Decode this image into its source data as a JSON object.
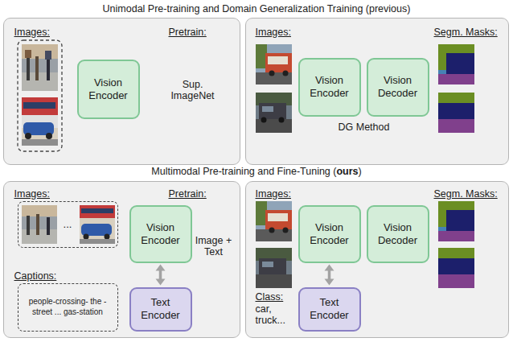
{
  "diagram": {
    "nodes": [
      {
        "text": [
          "Images:",
          "Pretrain:",
          "Sup. ImageNet"
        ]
      },
      {
        "text": [
          "Vision Encoder"
        ],
        "in": 0
      },
      {
        "text": [
          "Images:",
          "Segm. Masks:",
          "DG Method"
        ]
      },
      {
        "text": [
          "Vision Encoder"
        ],
        "in": 2
      },
      {
        "text": [
          "Vision Decoder"
        ],
        "in": 2
      },
      {
        "text": [
          "Images:",
          "Pretrain:",
          "Image + Text",
          "Captions:"
        ]
      },
      {
        "text": [
          "..."
        ],
        "in": 5
      },
      {
        "text": [
          "Vision Encoder"
        ],
        "in": 5
      },
      {
        "text": [
          "people-crossing- the -street ... gas-station"
        ],
        "in": 5
      },
      {
        "text": [
          "Text Encoder"
        ],
        "in": 5
      },
      {
        "text": [
          "Images:",
          "Segm. Masks:",
          "Class:",
          "car, truck..."
        ]
      },
      {
        "text": [
          "Vision Encoder"
        ],
        "in": 10
      },
      {
        "text": [
          "Vision Decoder"
        ],
        "in": 10
      },
      {
        "text": [
          "Text Encoder"
        ],
        "in": 10
      }
    ],
    "edges": [
      {
        "from": 7,
        "to": 9,
        "arrow": "both"
      },
      {
        "from": 11,
        "to": 13,
        "arrow": "both"
      }
    ],
    "labels": [
      "Unimodal Pre-training and Domain Generalization Training (previous)",
      "Multimodal Pre-training and Fine-Tuning (",
      "ours",
      ")"
    ]
  }
}
